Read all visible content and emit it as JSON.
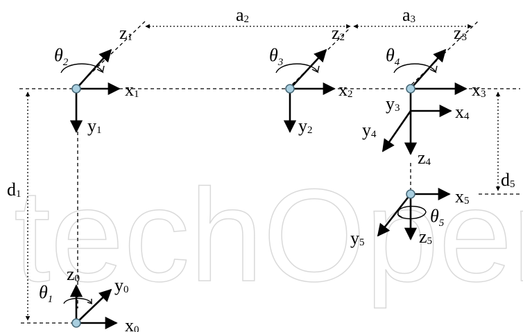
{
  "watermark": "techOpen",
  "colors": {
    "joint_fill": "#a9cfe0",
    "joint_stroke": "#4a6b7a",
    "ink": "#000000",
    "rotation_arrow": "#bfbfbf"
  },
  "labels": {
    "a2": {
      "main": "a",
      "sub": "2"
    },
    "a3": {
      "main": "a",
      "sub": "3"
    },
    "d1": {
      "main": "d",
      "sub": "1"
    },
    "d5": {
      "main": "d",
      "sub": "5"
    },
    "f0": {
      "x": {
        "main": "x",
        "sub": "0"
      },
      "y": {
        "main": "y",
        "sub": "0"
      },
      "z": {
        "main": "z",
        "sub": "0"
      },
      "theta": {
        "main": "θ",
        "sub": "1"
      }
    },
    "f1": {
      "x": {
        "main": "x",
        "sub": "1"
      },
      "y": {
        "main": "y",
        "sub": "1"
      },
      "z": {
        "main": "z",
        "sub": "1"
      },
      "theta": {
        "main": "θ",
        "sub": "2"
      }
    },
    "f2": {
      "x": {
        "main": "x",
        "sub": "2"
      },
      "y": {
        "main": "y",
        "sub": "2"
      },
      "z": {
        "main": "z",
        "sub": "2"
      },
      "theta": {
        "main": "θ",
        "sub": "3"
      }
    },
    "f3": {
      "x": {
        "main": "x",
        "sub": "3"
      },
      "y": {
        "main": "y",
        "sub": "3"
      },
      "z": {
        "main": "z",
        "sub": "3"
      },
      "theta": {
        "main": "θ",
        "sub": "4"
      }
    },
    "f4": {
      "x": {
        "main": "x",
        "sub": "4"
      },
      "y": {
        "main": "y",
        "sub": "4"
      },
      "z": {
        "main": "z",
        "sub": "4"
      }
    },
    "f5": {
      "x": {
        "main": "x",
        "sub": "5"
      },
      "y": {
        "main": "y",
        "sub": "5"
      },
      "z": {
        "main": "z",
        "sub": "5"
      },
      "theta": {
        "main": "θ",
        "sub": "5"
      }
    }
  }
}
